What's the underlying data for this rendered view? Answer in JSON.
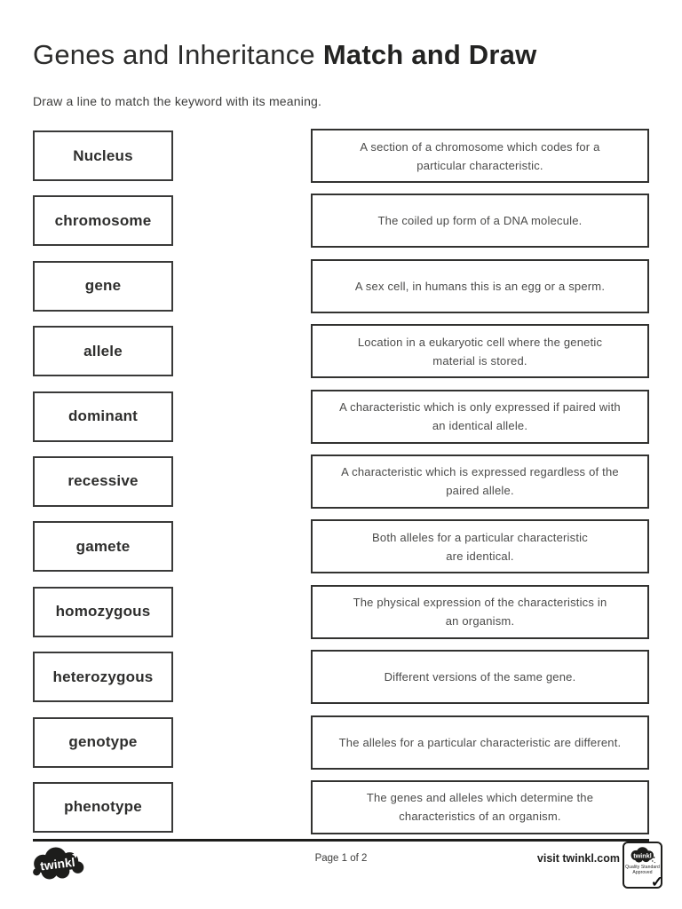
{
  "header": {
    "title_regular": "Genes and Inheritance",
    "title_bold": "Match and Draw",
    "instruction": "Draw a line to match the keyword with its meaning."
  },
  "pairs": [
    {
      "keyword": "Nucleus",
      "definition": "A section of a chromosome which codes for a\nparticular characteristic."
    },
    {
      "keyword": "chromosome",
      "definition": "The coiled up form of a DNA molecule."
    },
    {
      "keyword": "gene",
      "definition": "A sex cell, in humans this is an egg or a sperm."
    },
    {
      "keyword": "allele",
      "definition": "Location in a eukaryotic cell where the genetic\nmaterial is stored."
    },
    {
      "keyword": "dominant",
      "definition": "A characteristic which is only expressed if paired with\nan identical allele."
    },
    {
      "keyword": "recessive",
      "definition": "A characteristic which is expressed regardless of the\npaired allele."
    },
    {
      "keyword": "gamete",
      "definition": "Both alleles for a particular characteristic\nare identical."
    },
    {
      "keyword": "homozygous",
      "definition": "The physical expression of the characteristics in\nan organism."
    },
    {
      "keyword": "heterozygous",
      "definition": "Different versions of the same gene."
    },
    {
      "keyword": "genotype",
      "definition": "The alleles for a particular characteristic are different."
    },
    {
      "keyword": "phenotype",
      "definition": "The genes and alleles which determine the\ncharacteristics of an organism."
    }
  ],
  "footer": {
    "page_label": "Page 1 of 2",
    "visit_label": "visit twinkl.com",
    "logo_text": "twinkl",
    "badge_logo_text": "twinkl",
    "badge_line1": "Quality Standard",
    "badge_line2": "Approved",
    "check_glyph": "✓"
  },
  "colors": {
    "ink": "#1d1d1b",
    "text": "#3d3d3c",
    "box_border": "#323230",
    "background": "#ffffff"
  }
}
